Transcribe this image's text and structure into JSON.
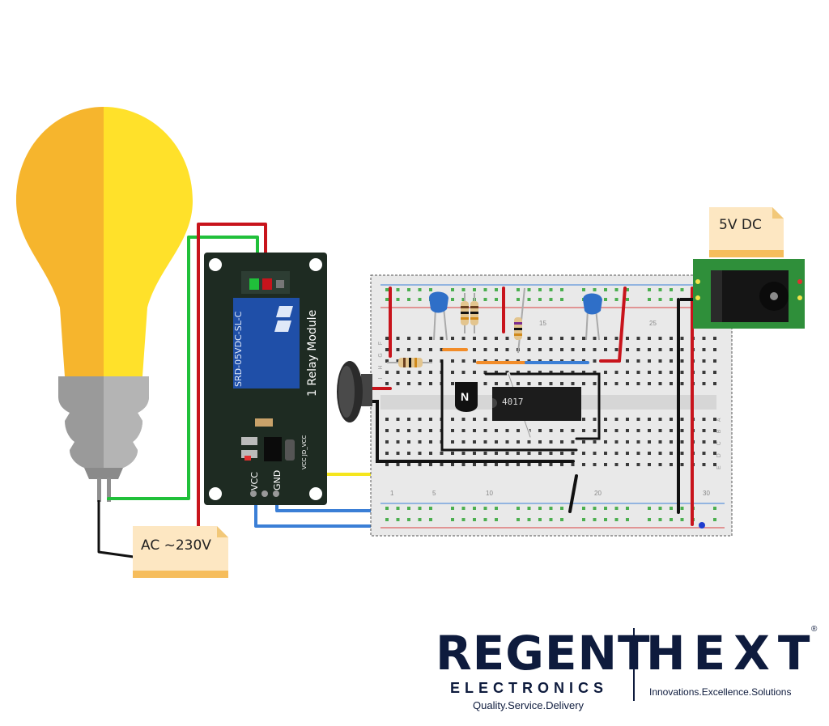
{
  "labels": {
    "ac_supply": "AC ~230V",
    "dc_supply": "5V DC",
    "relay_title": "1 Relay Module",
    "relay_part": "SRD-05VDC-SL-C",
    "relay_vcc": "VCC",
    "relay_gnd": "GND",
    "relay_jd": "VCC  JD_VCC",
    "ic_label": "4017",
    "transistor_label": "N",
    "row_5": "5",
    "row_10": "10",
    "row_15": "15",
    "row_20": "20",
    "row_25": "25",
    "row_1": "1",
    "row_30": "30",
    "row_letters_top": "J I H G F",
    "row_letters_bottom": "E D C B A"
  },
  "logos": {
    "left_name": "REGENT",
    "left_sub": "ELECTRONICS",
    "left_tagline": "Quality.Service.Delivery",
    "right_name": "HEXT",
    "right_mark": "®",
    "right_tagline": "Innovations.Excellence.Solutions"
  },
  "colors": {
    "wire_red": "#c8141c",
    "wire_green": "#20c03a",
    "wire_black": "#111111",
    "wire_yellow": "#f5e61e",
    "wire_blue": "#3b7fd6",
    "relay_board": "#1e2b22",
    "relay_block": "#1f4fa8",
    "dc_board": "#2f8f3a",
    "bulb_left": "#f6b52d",
    "bulb_right": "#ffe12a",
    "note_fill": "#fde7c2",
    "brand_navy": "#0e1b3d"
  },
  "icons": [
    "bulb-icon",
    "relay-module-icon",
    "breadboard-icon",
    "dc-jack-icon",
    "microphone-icon",
    "capacitor-icon",
    "resistor-icon",
    "transistor-icon",
    "ic-chip-icon"
  ]
}
